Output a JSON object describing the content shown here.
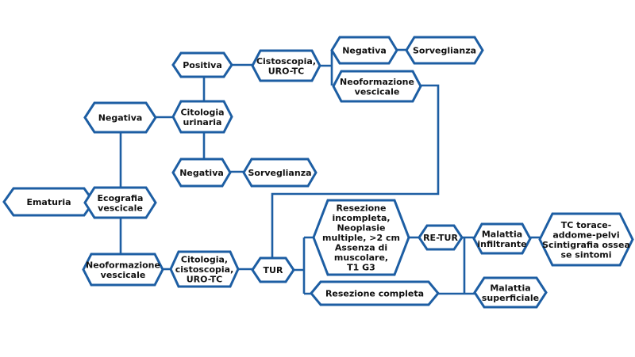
{
  "title": "Flowchart ematuria",
  "colors": {
    "stroke": "#1d5ea3",
    "text": "#111111",
    "background": "#ffffff"
  },
  "nodes": [
    {
      "id": "ematuria",
      "lines": [
        "Ematuria"
      ]
    },
    {
      "id": "ecografia",
      "lines": [
        "Ecografia",
        "vescicale"
      ]
    },
    {
      "id": "negativa-left",
      "lines": [
        "Negativa"
      ]
    },
    {
      "id": "neoformazione-left",
      "lines": [
        "Neoformazione",
        "vescicale"
      ]
    },
    {
      "id": "citologia-cistoscopia",
      "lines": [
        "Citologia,",
        "cistoscopia,",
        "URO-TC"
      ]
    },
    {
      "id": "tur",
      "lines": [
        "TUR"
      ]
    },
    {
      "id": "citologia-urinaria",
      "lines": [
        "Citologia",
        "urinaria"
      ]
    },
    {
      "id": "positiva",
      "lines": [
        "Positiva"
      ]
    },
    {
      "id": "negativa-mid",
      "lines": [
        "Negativa"
      ]
    },
    {
      "id": "sorveglianza-mid",
      "lines": [
        "Sorveglianza"
      ]
    },
    {
      "id": "cistoscopia-urotc",
      "lines": [
        "Cistoscopia,",
        "URO-TC"
      ]
    },
    {
      "id": "negativa-top",
      "lines": [
        "Negativa"
      ]
    },
    {
      "id": "sorveglianza-top",
      "lines": [
        "Sorveglianza"
      ]
    },
    {
      "id": "neoformazione-right",
      "lines": [
        "Neoformazione",
        "vescicale"
      ]
    },
    {
      "id": "resezione-incompleta",
      "lines": [
        "Resezione",
        "incompleta,",
        "Neoplasie",
        "multiple,  >2 cm",
        "Assenza di",
        "muscolare,",
        "T1 G3"
      ]
    },
    {
      "id": "re-tur",
      "lines": [
        "RE-TUR"
      ]
    },
    {
      "id": "malattia-infiltrante",
      "lines": [
        "Malattia",
        "infiltrante"
      ]
    },
    {
      "id": "tc-torace",
      "lines": [
        "TC torace-",
        "addome-pelvi",
        "Scintigrafia ossea",
        "se sintomi"
      ]
    },
    {
      "id": "resezione-completa",
      "lines": [
        "Resezione completa"
      ]
    },
    {
      "id": "malattia-superficiale",
      "lines": [
        "Malattia",
        "superficiale"
      ]
    }
  ]
}
